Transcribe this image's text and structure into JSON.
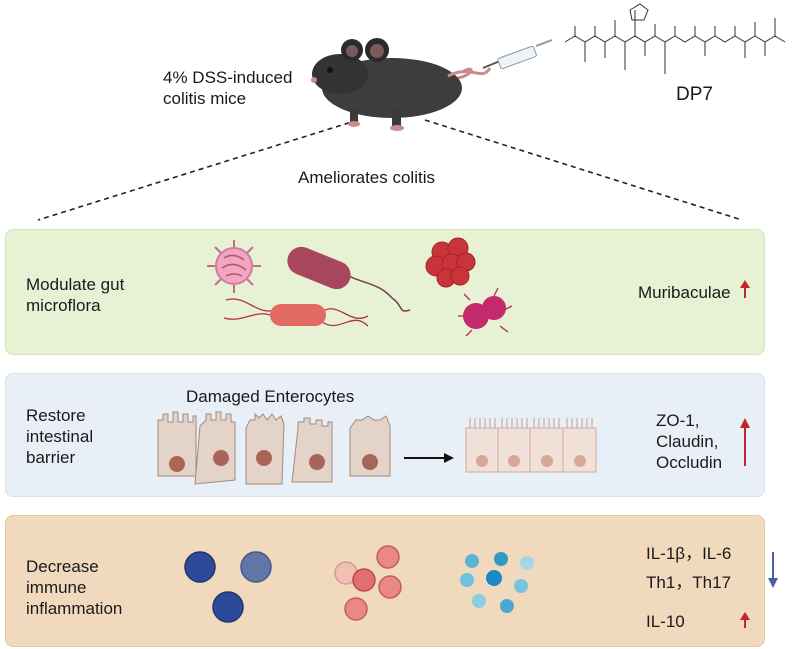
{
  "header": {
    "mice_label_line1": "4% DSS-induced",
    "mice_label_line2": "colitis mice",
    "drug_label": "DP7",
    "effect_label": "Ameliorates colitis"
  },
  "panels": {
    "microflora": {
      "label_line1": "Modulate gut",
      "label_line2": "microflora",
      "marker": "Muribaculae",
      "marker_direction": "up",
      "arrow_color": "#c0262a"
    },
    "barrier": {
      "title": "Damaged Enterocytes",
      "label_line1": "Restore",
      "label_line2": "intestinal",
      "label_line3": "barrier",
      "markers": [
        "ZO-1,",
        "Claudin,",
        "Occludin"
      ],
      "marker_direction": "up",
      "arrow_color": "#c0262a"
    },
    "immune": {
      "label_line1": "Decrease",
      "label_line2": "immune",
      "label_line3": "inflammation",
      "markers_down": [
        "IL-1β，IL-6",
        "Th1，Th17"
      ],
      "markers_up": [
        "IL-10"
      ],
      "down_arrow_color": "#4a5fa8",
      "up_arrow_color": "#c0262a"
    }
  },
  "colors": {
    "green_panel": "#e7f1d4",
    "blue_panel": "#e9eff7",
    "orange_panel": "#f1d9bd"
  }
}
